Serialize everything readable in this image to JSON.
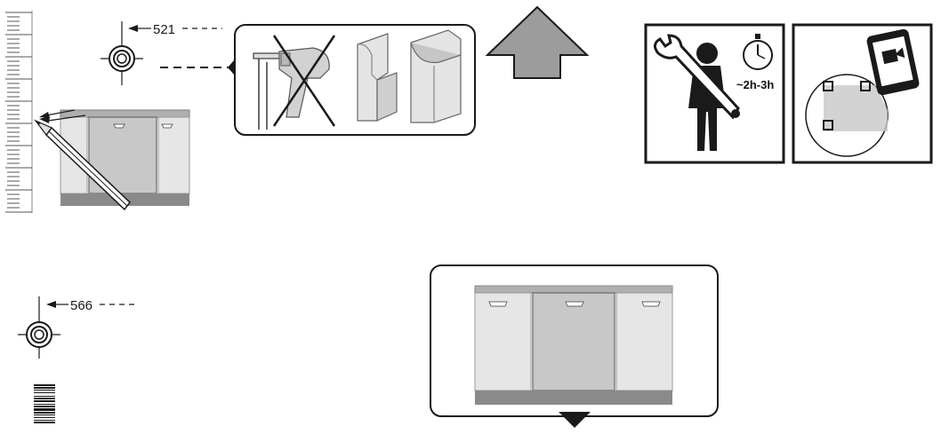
{
  "markers": {
    "top": {
      "value": "521"
    },
    "bottom": {
      "value": "566"
    }
  },
  "time_badge": {
    "text": "~2h-3h"
  },
  "colors": {
    "outline": "#1a1a1a",
    "panel_gray": "#c8c8c8",
    "arrow_gray": "#9c9c9c",
    "base_gray": "#8a8a8a",
    "light_gray": "#e6e6e6"
  },
  "icons": [
    "ruler-icon",
    "crosshair-target-icon",
    "pencil-icon",
    "drill-prohibited-icon",
    "panel-profile-icon",
    "up-arrow-icon",
    "technician-wrench-icon",
    "stopwatch-icon",
    "smartphone-qr-icon",
    "barcode-icon",
    "down-arrow-icon"
  ]
}
